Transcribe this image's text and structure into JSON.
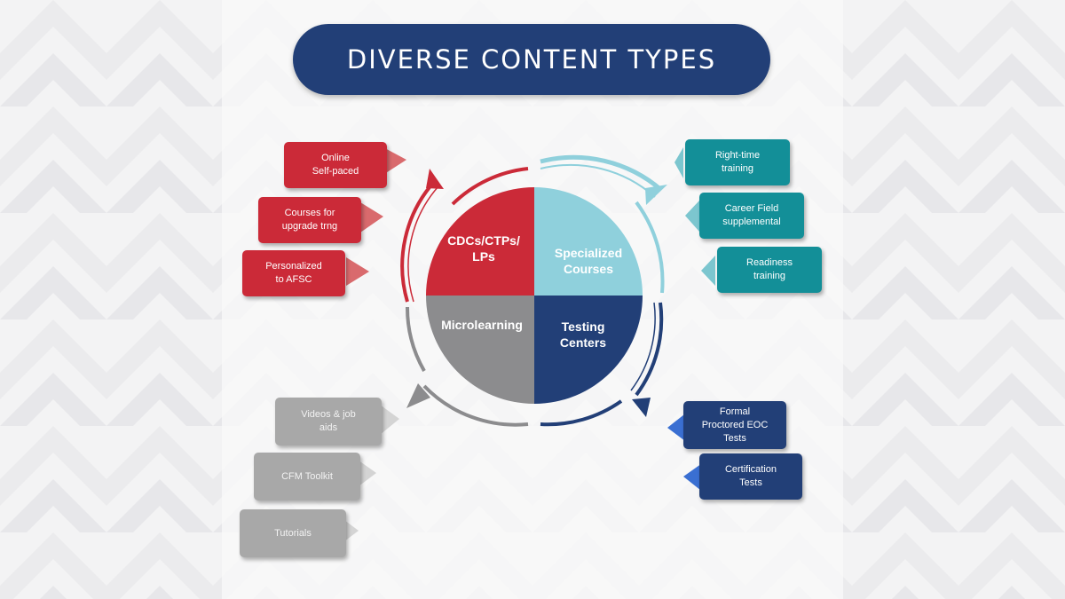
{
  "title": "DIVERSE CONTENT TYPES",
  "colors": {
    "red": "#cb2a38",
    "teal": "#138f98",
    "light_teal": "#8fd0dc",
    "navy": "#223f77",
    "gray": "#8c8c8e",
    "light_gray": "#a8a8a8"
  },
  "quadrants": {
    "top_left": "CDCs/CTPs/\nLPs",
    "top_right": "Specialized\nCourses",
    "bottom_left": "Microlearning",
    "bottom_right": "Testing\nCenters"
  },
  "red_items": [
    "Online\nSelf-paced",
    "Courses for\nupgrade trng",
    "Personalized\nto AFSC"
  ],
  "teal_items": [
    "Right-time\ntraining",
    "Career Field\nsupplemental",
    "Readiness\ntraining"
  ],
  "navy_items": [
    "Formal\nProctored EOC\nTests",
    "Certification\nTests"
  ],
  "gray_items": [
    "Videos & job\naids",
    "CFM Toolkit",
    "Tutorials"
  ]
}
